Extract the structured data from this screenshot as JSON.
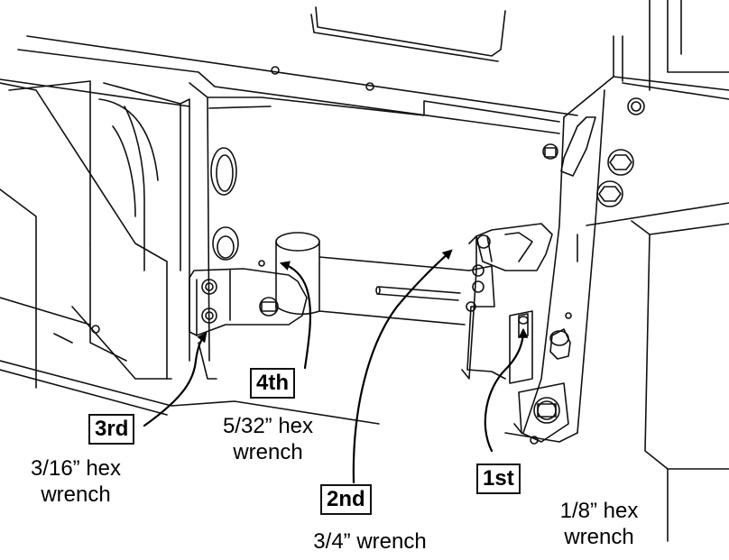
{
  "steps": [
    {
      "id": "first",
      "badge": "1st",
      "tool_line1": "1/8” hex",
      "tool_line2": "wrench"
    },
    {
      "id": "second",
      "badge": "2nd",
      "tool_line1": "3/4” wrench",
      "tool_line2": ""
    },
    {
      "id": "third",
      "badge": "3rd",
      "tool_line1": "3/16” hex",
      "tool_line2": "wrench"
    },
    {
      "id": "fourth",
      "badge": "4th",
      "tool_line1": "5/32” hex",
      "tool_line2": "wrench"
    }
  ],
  "colors": {
    "line": "#111111",
    "background": "#ffffff"
  }
}
